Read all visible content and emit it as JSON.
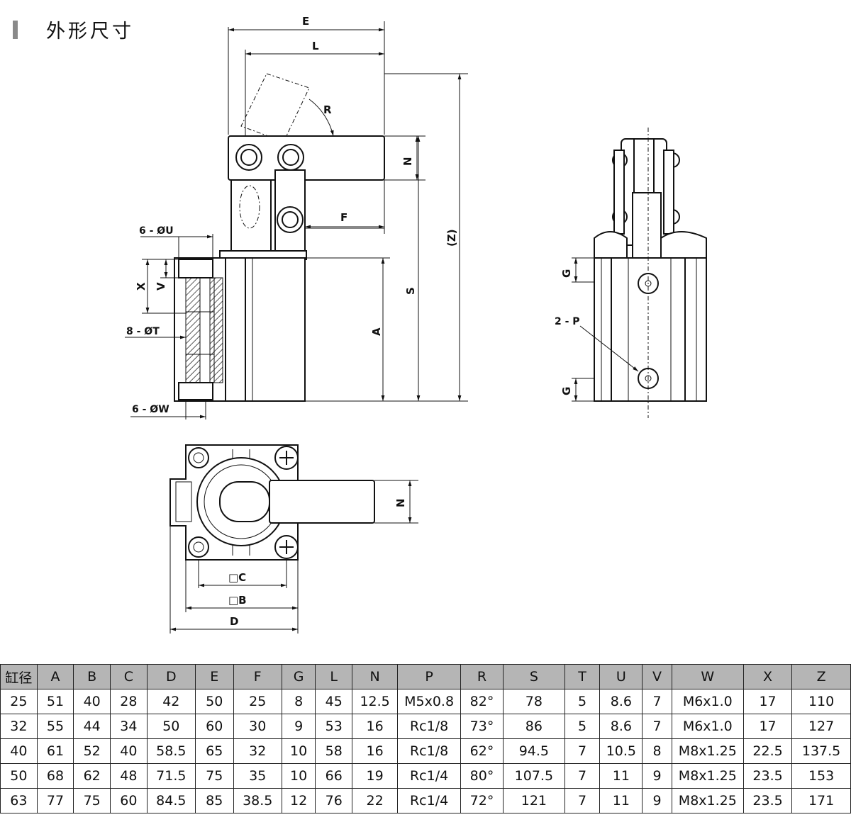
{
  "title": "外形尺寸",
  "labels": {
    "E": "E",
    "L": "L",
    "R": "R",
    "N": "N",
    "F": "F",
    "Z": "(Z)",
    "S": "S",
    "A": "A",
    "U": "6 - ØU",
    "X": "X",
    "V": "V",
    "T": "8 - ØT",
    "W": "6 - ØW",
    "G1": "G",
    "G2": "G",
    "P": "2 - P",
    "N2": "N",
    "C": "□C",
    "B": "□B",
    "D": "D"
  },
  "table": {
    "headers": [
      "缸径",
      "A",
      "B",
      "C",
      "D",
      "E",
      "F",
      "G",
      "L",
      "N",
      "P",
      "R",
      "S",
      "T",
      "U",
      "V",
      "W",
      "X",
      "Z"
    ],
    "rows": [
      [
        "25",
        "51",
        "40",
        "28",
        "42",
        "50",
        "25",
        "8",
        "45",
        "12.5",
        "M5x0.8",
        "82°",
        "78",
        "5",
        "8.6",
        "7",
        "M6x1.0",
        "17",
        "110"
      ],
      [
        "32",
        "55",
        "44",
        "34",
        "50",
        "60",
        "30",
        "9",
        "53",
        "16",
        "Rc1/8",
        "73°",
        "86",
        "5",
        "8.6",
        "7",
        "M6x1.0",
        "17",
        "127"
      ],
      [
        "40",
        "61",
        "52",
        "40",
        "58.5",
        "65",
        "32",
        "10",
        "58",
        "16",
        "Rc1/8",
        "62°",
        "94.5",
        "7",
        "10.5",
        "8",
        "M8x1.25",
        "22.5",
        "137.5"
      ],
      [
        "50",
        "68",
        "62",
        "48",
        "71.5",
        "75",
        "35",
        "10",
        "66",
        "19",
        "Rc1/4",
        "80°",
        "107.5",
        "7",
        "11",
        "9",
        "M8x1.25",
        "23.5",
        "153"
      ],
      [
        "63",
        "77",
        "75",
        "60",
        "84.5",
        "85",
        "38.5",
        "12",
        "76",
        "22",
        "Rc1/4",
        "72°",
        "121",
        "7",
        "11",
        "9",
        "M8x1.25",
        "23.5",
        "171"
      ]
    ]
  }
}
